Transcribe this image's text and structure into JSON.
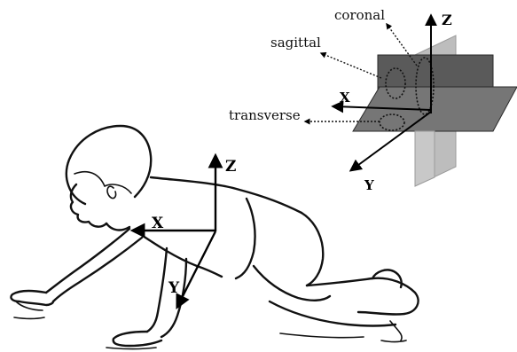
{
  "inset": {
    "plane_labels": {
      "coronal": "coronal",
      "sagittal": "sagittal",
      "transverse": "transverse"
    },
    "axes": {
      "z": "Z",
      "x": "X",
      "y": "Y"
    }
  },
  "body_axes": {
    "z": "Z",
    "x": "X",
    "y": "Y"
  }
}
